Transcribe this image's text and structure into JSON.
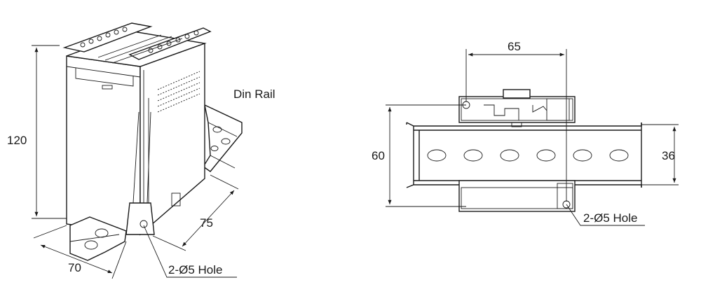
{
  "left_view": {
    "height_label": "120",
    "width_label": "70",
    "depth_label": "75",
    "rail_label": "Din Rail",
    "hole_label": "2-Ø5 Hole"
  },
  "right_view": {
    "top_dim_label": "65",
    "left_dim_label": "60",
    "right_dim_label": "36",
    "hole_label": "2-Ø5 Hole"
  }
}
